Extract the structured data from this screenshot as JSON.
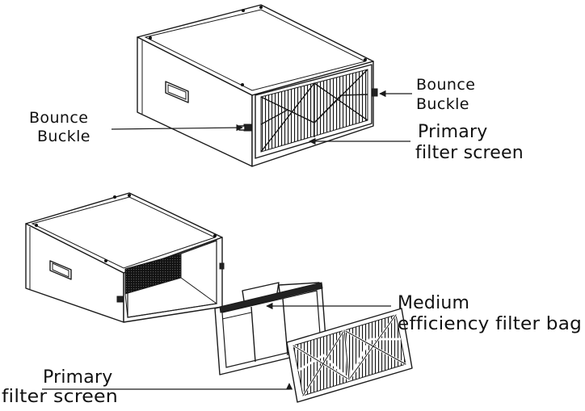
{
  "labels": {
    "top_left_buckle_line1": "Bounce",
    "top_left_buckle_line2": "Buckle",
    "top_right_buckle_line1": "Bounce",
    "top_right_buckle_line2": "Buckle",
    "top_primary_line1": "Primary",
    "top_primary_line2": "filter screen",
    "bottom_medium_line1": "Medium",
    "bottom_medium_line2": "efficiency filter bag",
    "bottom_primary_line1": "Primary",
    "bottom_primary_line2": "filter screen"
  }
}
